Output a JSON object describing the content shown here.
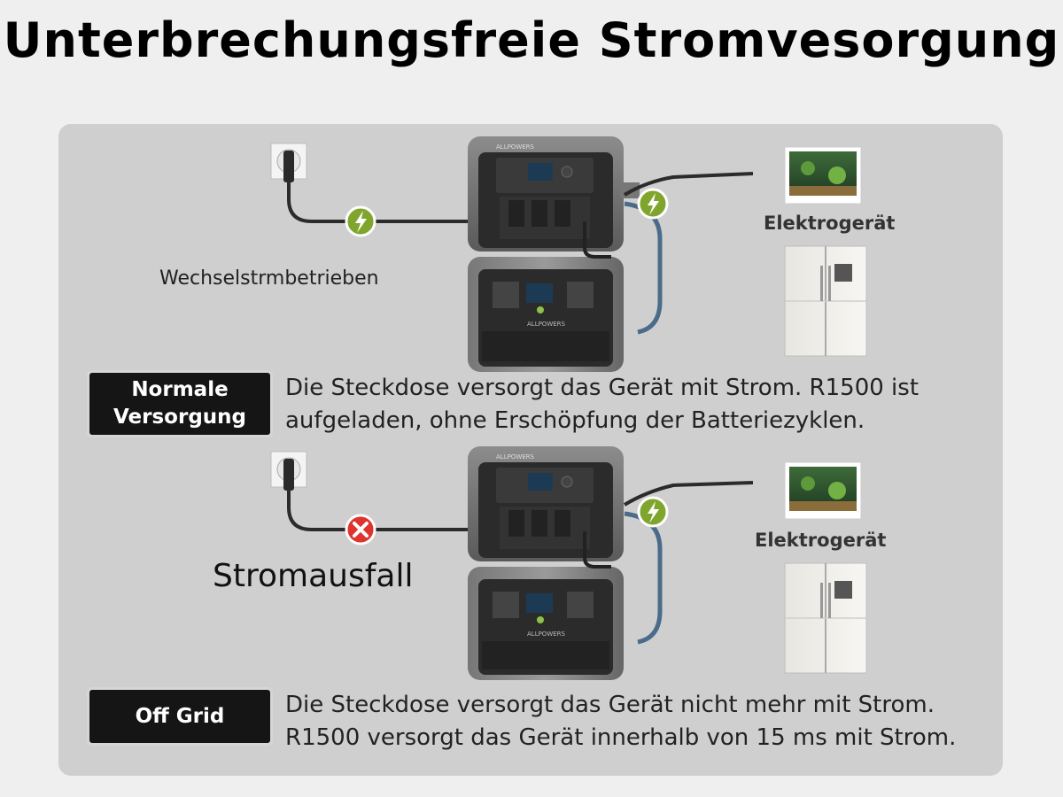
{
  "title": "Unterbrechungsfreie Stromvesorgung",
  "section_normal": {
    "badge_line1": "Normale",
    "badge_line2": "Versorgung",
    "mode_label": "Wechselstrmbetrieben",
    "device_label": "Elektrogerät",
    "desc_line1": "Die Steckdose versorgt das Gerät mit Strom. R1500 ist",
    "desc_line2": "aufgeladen, ohne Erschöpfung der Batteriezyklen."
  },
  "section_offgrid": {
    "badge": "Off Grid",
    "mode_label": "Stromausfall",
    "device_label": "Elektrogerät",
    "desc_line1": "Die Steckdose versorgt das Gerät nicht mehr mit Strom.",
    "desc_line2": "R1500 versorgt das Gerät innerhalb von 15 ms mit Strom."
  },
  "brand_text": "ALLPOWERS",
  "colors": {
    "panel": "#cfcfcf",
    "badge_bg": "#151515",
    "power_ok": "#7fa52c",
    "power_fail": "#e0332d"
  },
  "icons": {
    "power_ok": "lightning-icon",
    "power_fail": "x-icon",
    "outlet": "wall-socket-icon",
    "aquarium": "aquarium-tv-icon",
    "fridge": "fridge-icon"
  }
}
